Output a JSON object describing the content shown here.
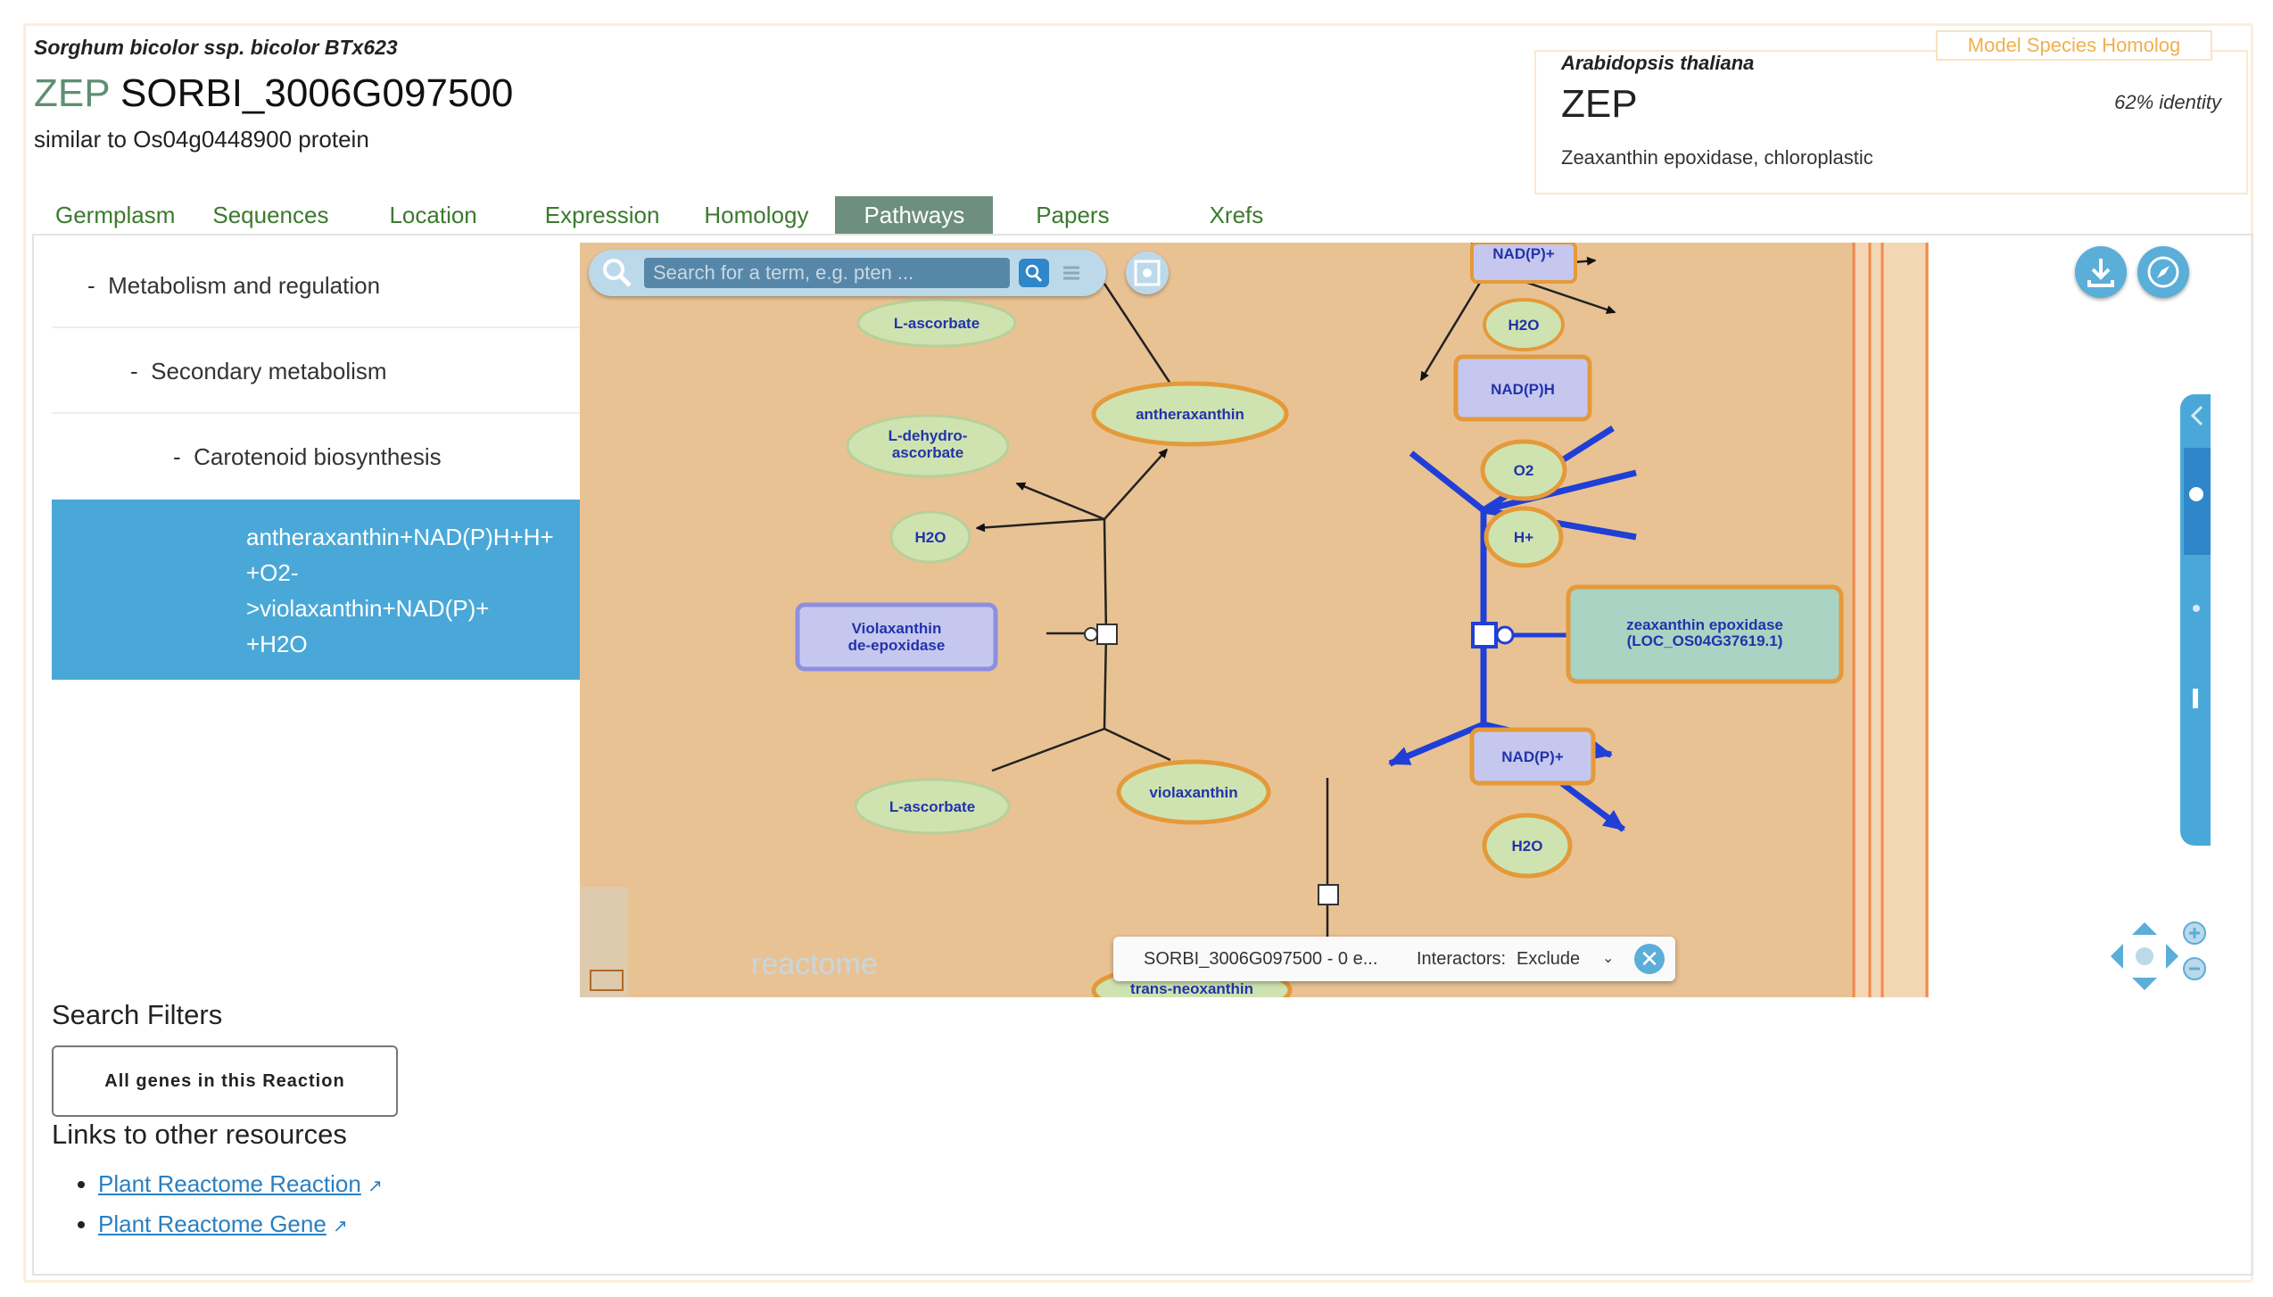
{
  "header": {
    "species": "Sorghum bicolor ssp. bicolor BTx623",
    "gene_symbol": "ZEP",
    "gene_id": "SORBI_3006G097500",
    "description": "similar to Os04g0448900 protein"
  },
  "homolog": {
    "tag": "Model Species Homolog",
    "species": "Arabidopsis thaliana",
    "symbol": "ZEP",
    "identity": "62% identity",
    "description": "Zeaxanthin epoxidase, chloroplastic"
  },
  "tabs": [
    {
      "label": "Germplasm"
    },
    {
      "label": "Sequences"
    },
    {
      "label": "Location"
    },
    {
      "label": "Expression"
    },
    {
      "label": "Homology"
    },
    {
      "label": "Pathways",
      "active": true
    },
    {
      "label": "Papers"
    },
    {
      "label": "Xrefs"
    }
  ],
  "pathway_tree": {
    "level1": "Metabolism and regulation",
    "level2": "Secondary metabolism",
    "level3": "Carotenoid biosynthesis",
    "selected_lines": [
      "antheraxanthin+NAD(P)H+H+",
      "+O2-",
      ">violaxanthin+NAD(P)+",
      "+H2O"
    ]
  },
  "diagram": {
    "search_placeholder": "Search for a term, e.g. pten ...",
    "nodes": {
      "l_ascorbate_top": "L-ascorbate",
      "l_dehydro_1": "L-dehydro-",
      "l_dehydro_2": "ascorbate",
      "h2o_left": "H2O",
      "violaxanthin_deepox_1": "Violaxanthin",
      "violaxanthin_deepox_2": "de-epoxidase",
      "l_ascorbate_bottom": "L-ascorbate",
      "antheraxanthin": "antheraxanthin",
      "violaxanthin": "violaxanthin",
      "trans_neoxanthin": "trans-neoxanthin",
      "nadp_top": "NAD(P)+",
      "h2o_top": "H2O",
      "nadph": "NAD(P)H",
      "o2": "O2",
      "hplus": "H+",
      "zep_enzyme_1": "zeaxanthin epoxidase",
      "zep_enzyme_2": "(LOC_OS04G37619.1)",
      "nadp_bottom": "NAD(P)+",
      "h2o_bottom": "H2O"
    },
    "bottom_bar": {
      "gene_text": "SORBI_3006G097500 - 0 e...",
      "interactors_label": "Interactors:",
      "interactors_value": "Exclude"
    },
    "logo_text": "reactome"
  },
  "search_filters": {
    "title": "Search Filters",
    "button": "All genes in this Reaction"
  },
  "links": {
    "title": "Links to other resources",
    "items": [
      "Plant Reactome Reaction",
      "Plant Reactome Gene"
    ]
  },
  "colors": {
    "diagram_bg": "#e9c294",
    "selected_bg": "#4aa8d8",
    "tab_active": "#6e8f7f",
    "tab_text": "#3b7a2e",
    "highlight_edge": "#1f3fd6",
    "chemical_fill": "#cfe3b0",
    "protein_fill": "#c6c7ef"
  }
}
